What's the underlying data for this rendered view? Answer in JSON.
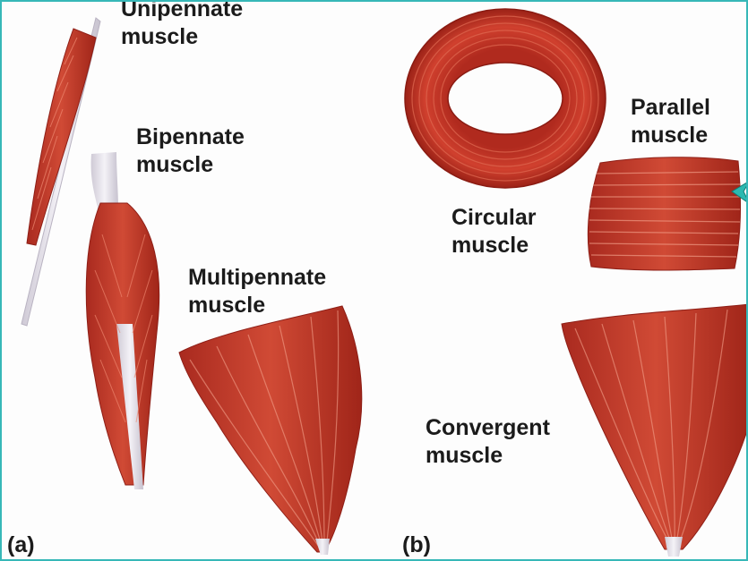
{
  "labels": {
    "unipennate": "Unipennate\nmuscle",
    "bipennate": "Bipennate\nmuscle",
    "multipennate": "Multipennate\nmuscle",
    "circular": "Circular\nmuscle",
    "parallel": "Parallel\nmuscle",
    "convergent": "Convergent\nmuscle"
  },
  "panels": {
    "a": "(a)",
    "b": "(b)"
  },
  "colors": {
    "muscle": "#c0392b",
    "muscle_dark": "#8e1f17",
    "muscle_light": "#e07a5f",
    "tendon": "#e6e2ea",
    "border": "#37b8b8",
    "cursor": "#2bb8b0"
  }
}
